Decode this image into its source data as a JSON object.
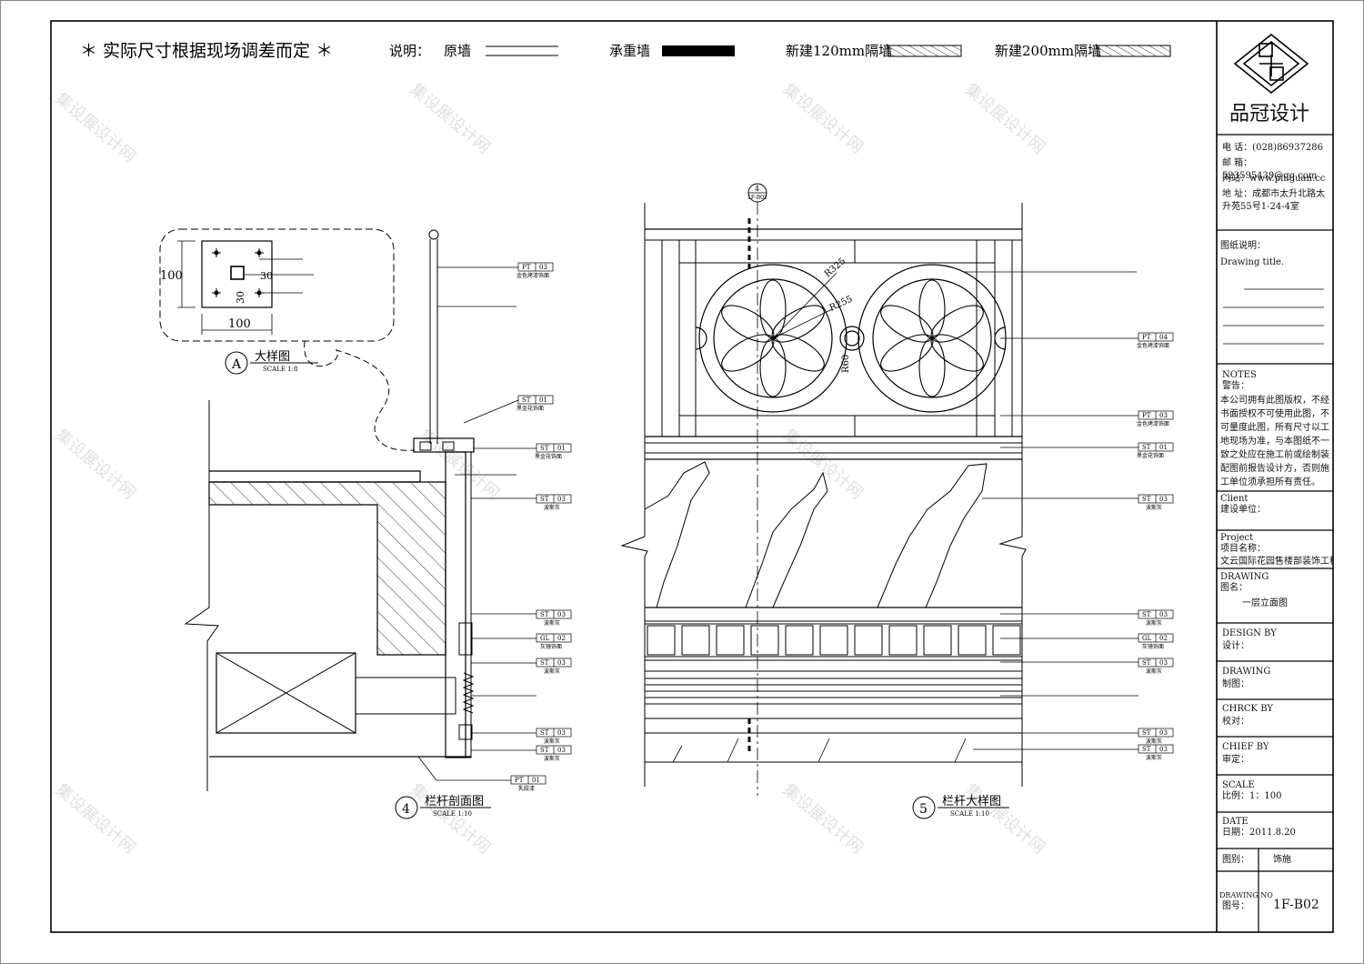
{
  "header": {
    "note": "＊ 实际尺寸根据现场调差而定 ＊",
    "legend_title": "说明：",
    "legend_items": [
      "原墙",
      "承重墙",
      "新建120mm隔墙",
      "新建200mm隔墙"
    ]
  },
  "detail_a": {
    "dims": [
      "100",
      "100",
      "30",
      "30"
    ],
    "marker": "A",
    "title": "大样图",
    "scale": "SCALE 1:8"
  },
  "section_4": {
    "marker": "4",
    "title": "栏杆剖面图",
    "scale": "SCALE 1:10",
    "tags": [
      {
        "code": "PT",
        "num": "03",
        "desc": "金色烤漆饰面"
      },
      {
        "code": "ST",
        "num": "01",
        "desc": "黑金花饰面"
      },
      {
        "code": "ST",
        "num": "01",
        "desc": "黑金花饰面"
      },
      {
        "code": "ST",
        "num": "03",
        "desc": "波斯灰"
      },
      {
        "code": "ST",
        "num": "03",
        "desc": "波斯灰"
      },
      {
        "code": "GL",
        "num": "02",
        "desc": "灰镜饰面"
      },
      {
        "code": "ST",
        "num": "03",
        "desc": "波斯灰"
      },
      {
        "code": "ST",
        "num": "03",
        "desc": "波斯灰"
      },
      {
        "code": "ST",
        "num": "03",
        "desc": "波斯灰"
      },
      {
        "code": "PT",
        "num": "01",
        "desc": "乳胶漆"
      }
    ]
  },
  "detail_5": {
    "marker": "5",
    "title": "栏杆大样图",
    "scale": "SCALE 1:10",
    "section_ref": {
      "num": "4",
      "sheet": "1F-B02"
    },
    "radii": [
      "R325",
      "R255",
      "R60"
    ],
    "tags": [
      {
        "code": "PT",
        "num": "04",
        "desc": "金色烤漆饰面"
      },
      {
        "code": "PT",
        "num": "03",
        "desc": "金色烤漆饰面"
      },
      {
        "code": "ST",
        "num": "01",
        "desc": "黑金花饰面"
      },
      {
        "code": "ST",
        "num": "03",
        "desc": "波斯灰"
      },
      {
        "code": "ST",
        "num": "03",
        "desc": "波斯灰"
      },
      {
        "code": "GL",
        "num": "02",
        "desc": "灰镜饰面"
      },
      {
        "code": "ST",
        "num": "03",
        "desc": "波斯灰"
      },
      {
        "code": "ST",
        "num": "03",
        "desc": "波斯灰"
      },
      {
        "code": "ST",
        "num": "03",
        "desc": "波斯灰"
      }
    ]
  },
  "title_block": {
    "company": "品冠设计",
    "phone": "电 话：(028)86937286",
    "email": "邮 箱：523595439@qq.com",
    "website": "网站：www.pinguan.cc",
    "address": "地 址：成都市太升北路太升苑55号1-24-4室",
    "drawing_title_label": "图纸说明：",
    "drawing_title_en": "Drawing title.",
    "notes_en": "NOTES",
    "notes_cn": "警告：",
    "notes_text": "本公司拥有此图版权，不经书面授权不可使用此图，不可量度此图，所有尺寸以工地现场为准，与本图纸不一致之处应在施工前或绘制装配图前报告设计方，否则施工单位须承担所有责任。",
    "client_en": "Client",
    "client_cn": "建设单位：",
    "project_en": "Project",
    "project_cn": "项目名称：",
    "project_name": "文云国际花园售楼部装饰工程",
    "drawing_en": "DRAWING",
    "drawing_cn": "图名：",
    "drawing_name": "一层立面图",
    "design_en": "DESIGN BY",
    "design_cn": "设计：",
    "draw_en": "DRAWING",
    "draw_cn": "制图：",
    "check_en": "CHRCK BY",
    "check_cn": "校对：",
    "chief_en": "CHIEF BY",
    "chief_cn": "审定：",
    "scale_en": "SCALE",
    "scale_cn": "比例：1：100",
    "date_en": "DATE",
    "date_cn": "日期：2011.8.20",
    "type_label": "图别：",
    "type_value": "饰施",
    "dwg_no_en": "DRAWING NO",
    "dwg_no_cn": "图号：",
    "dwg_no_value": "1F-B02"
  },
  "watermark": "集设展设计网"
}
